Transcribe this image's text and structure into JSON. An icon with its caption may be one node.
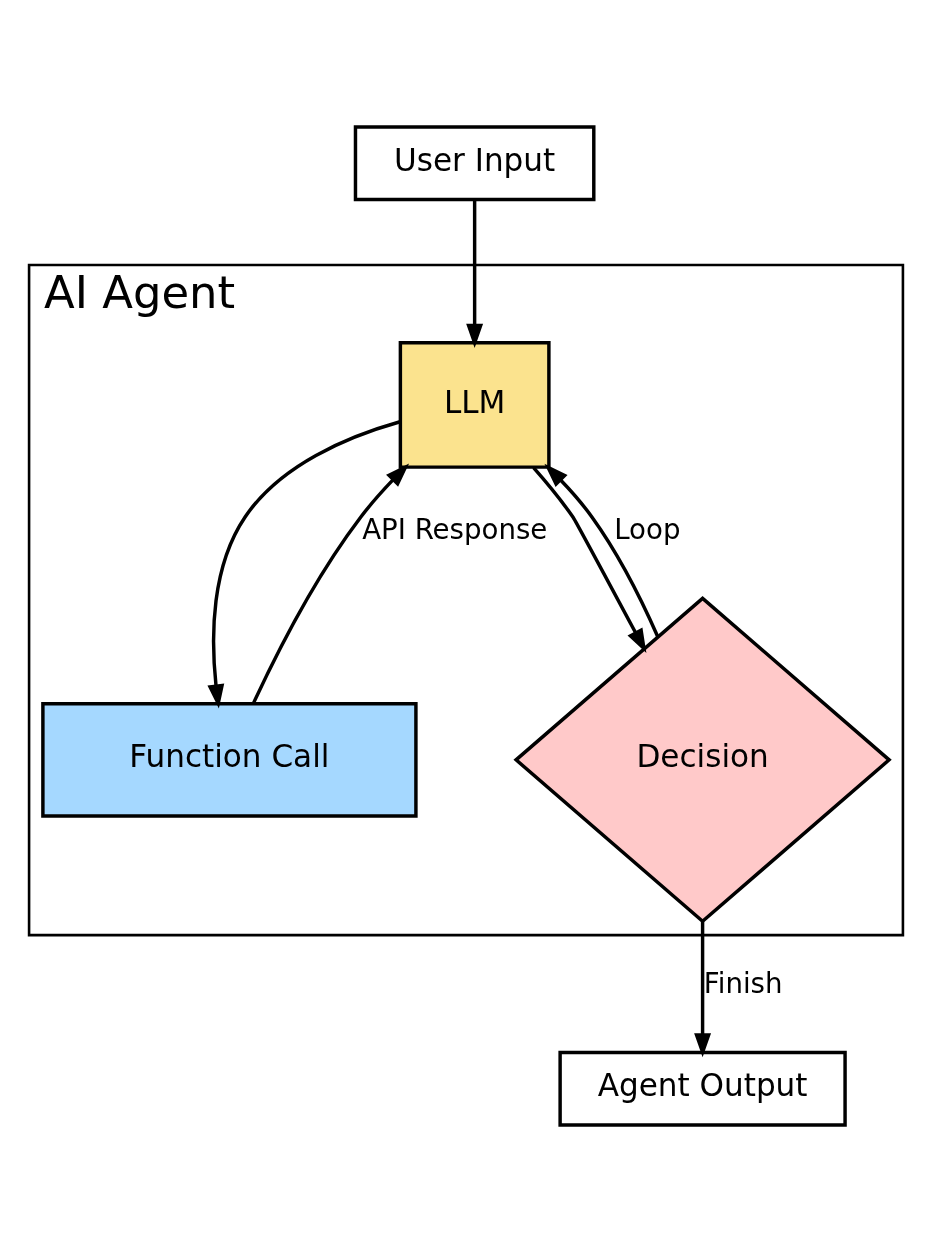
{
  "diagram": {
    "nodes": [
      {
        "text": [
          "User Input"
        ]
      },
      {
        "text": [
          "AI Agent"
        ]
      },
      {
        "text": [
          "LLM"
        ],
        "in": 1
      },
      {
        "text": [
          "Function Call"
        ],
        "in": 1
      },
      {
        "text": [
          "Decision"
        ],
        "in": 1
      },
      {
        "text": [
          "Agent Output"
        ]
      }
    ],
    "edges": [
      {
        "from": 0,
        "to": 2,
        "arrow": "to"
      },
      {
        "from": 2,
        "to": 3,
        "arrow": "to"
      },
      {
        "from": 3,
        "to": 2,
        "arrow": "to",
        "label": "API Response"
      },
      {
        "from": 2,
        "to": 4,
        "arrow": "to"
      },
      {
        "from": 4,
        "to": 2,
        "arrow": "to",
        "label": "Loop"
      },
      {
        "from": 4,
        "to": 5,
        "arrow": "to",
        "label": "Finish"
      }
    ]
  }
}
